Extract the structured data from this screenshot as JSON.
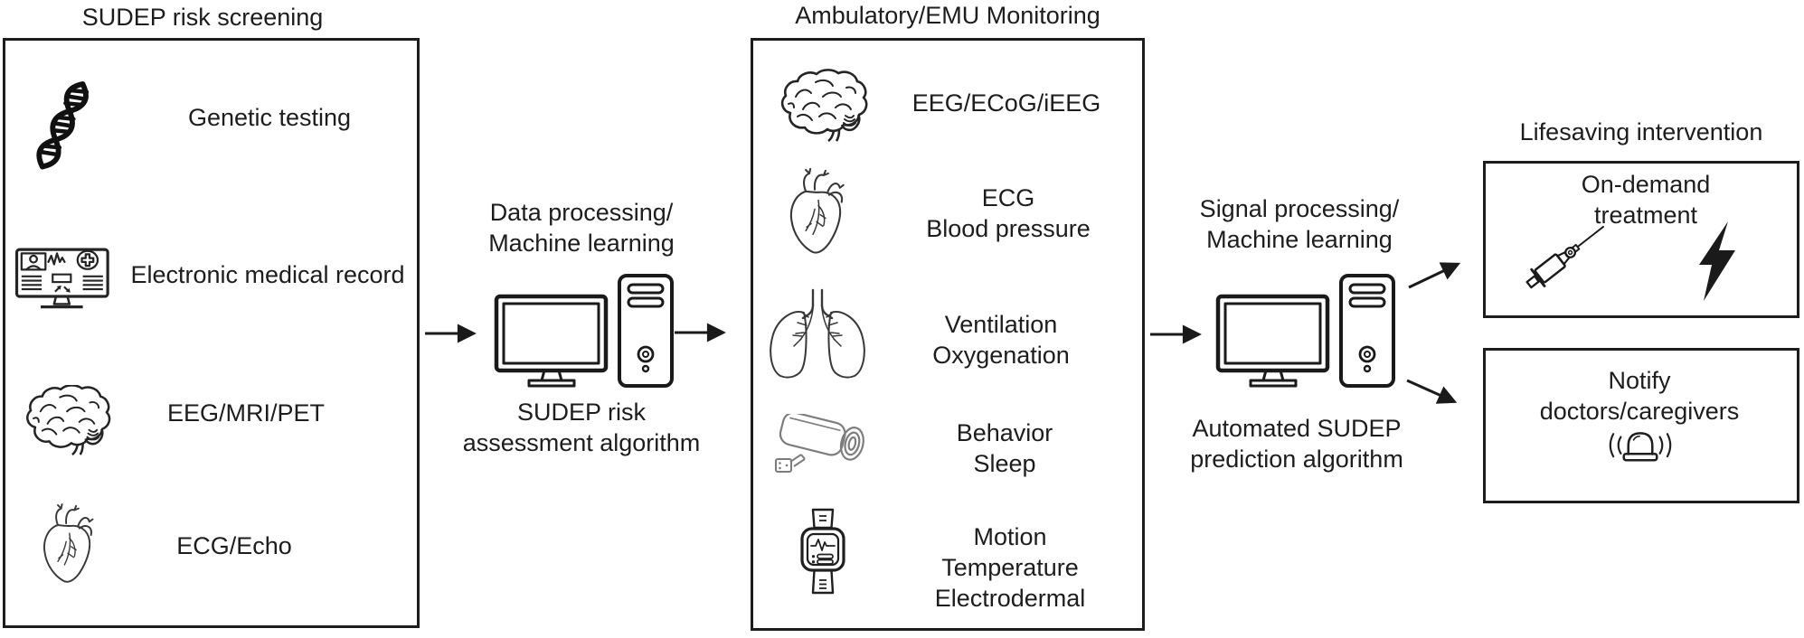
{
  "colors": {
    "ink": "#1d1d1d",
    "background": "#ffffff"
  },
  "left_panel": {
    "title": "SUDEP risk screening",
    "items": [
      {
        "icon": "dna-icon",
        "label": "Genetic testing"
      },
      {
        "icon": "emr-monitor-icon",
        "label": "Electronic medical record"
      },
      {
        "icon": "brain-icon",
        "label": "EEG/MRI/PET"
      },
      {
        "icon": "heart-icon",
        "label": "ECG/Echo"
      }
    ]
  },
  "risk_processor": {
    "icon": "desktop-computer-icon",
    "top_label": "Data processing/\nMachine learning",
    "bottom_label": "SUDEP risk\nassessment algorithm"
  },
  "monitoring_panel": {
    "title": "Ambulatory/EMU Monitoring",
    "items": [
      {
        "icon": "brain-icon",
        "label": "EEG/ECoG/iEEG"
      },
      {
        "icon": "heart-icon",
        "label": "ECG\nBlood pressure"
      },
      {
        "icon": "lungs-icon",
        "label": "Ventilation\nOxygenation"
      },
      {
        "icon": "cctv-camera-icon",
        "label": "Behavior\nSleep"
      },
      {
        "icon": "smartwatch-icon",
        "label": "Motion\nTemperature\nElectrodermal"
      }
    ]
  },
  "prediction_processor": {
    "icon": "desktop-computer-icon",
    "top_label": "Signal processing/\nMachine learning",
    "bottom_label": "Automated SUDEP\nprediction algorithm"
  },
  "intervention": {
    "title": "Lifesaving intervention",
    "treatment_box": {
      "label": "On-demand treatment",
      "icons": [
        "syringe-icon",
        "lightning-bolt-icon"
      ]
    },
    "notify_box": {
      "label": "Notify doctors/caregivers",
      "icons": [
        "siren-icon"
      ]
    }
  }
}
